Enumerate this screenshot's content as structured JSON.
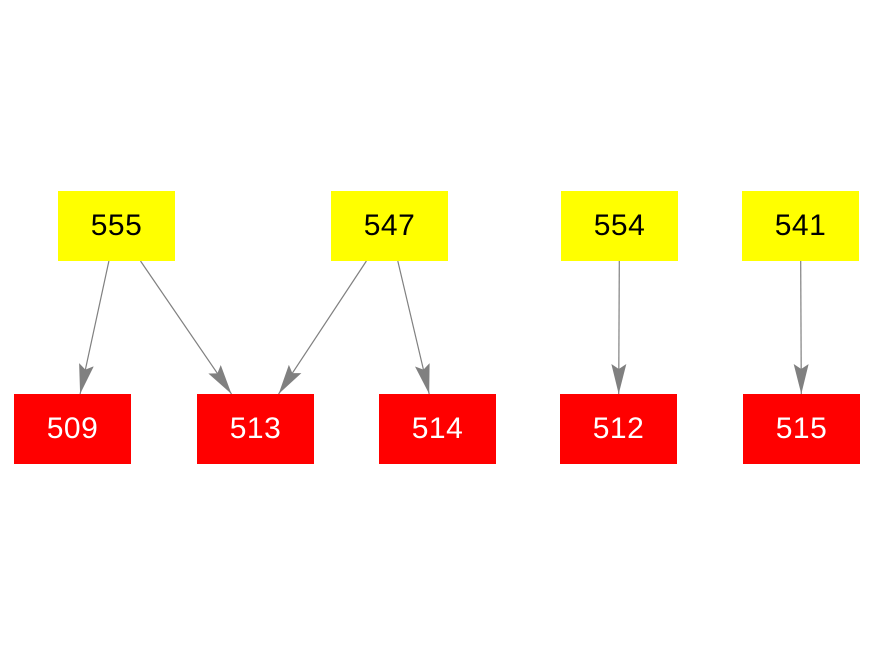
{
  "diagram": {
    "type": "directed-graph",
    "background_color": "#ffffff",
    "edge_color": "#808080",
    "parent_node_fill": "#ffff00",
    "parent_node_text_color": "#000000",
    "child_node_fill": "#ff0000",
    "child_node_text_color": "#ffffff",
    "nodes": [
      {
        "id": "555",
        "label": "555",
        "role": "parent"
      },
      {
        "id": "547",
        "label": "547",
        "role": "parent"
      },
      {
        "id": "554",
        "label": "554",
        "role": "parent"
      },
      {
        "id": "541",
        "label": "541",
        "role": "parent"
      },
      {
        "id": "509",
        "label": "509",
        "role": "child"
      },
      {
        "id": "513",
        "label": "513",
        "role": "child"
      },
      {
        "id": "514",
        "label": "514",
        "role": "child"
      },
      {
        "id": "512",
        "label": "512",
        "role": "child"
      },
      {
        "id": "515",
        "label": "515",
        "role": "child"
      }
    ],
    "edges": [
      {
        "from": "555",
        "to": "509"
      },
      {
        "from": "555",
        "to": "513"
      },
      {
        "from": "547",
        "to": "513"
      },
      {
        "from": "547",
        "to": "514"
      },
      {
        "from": "554",
        "to": "512"
      },
      {
        "from": "541",
        "to": "515"
      }
    ]
  }
}
